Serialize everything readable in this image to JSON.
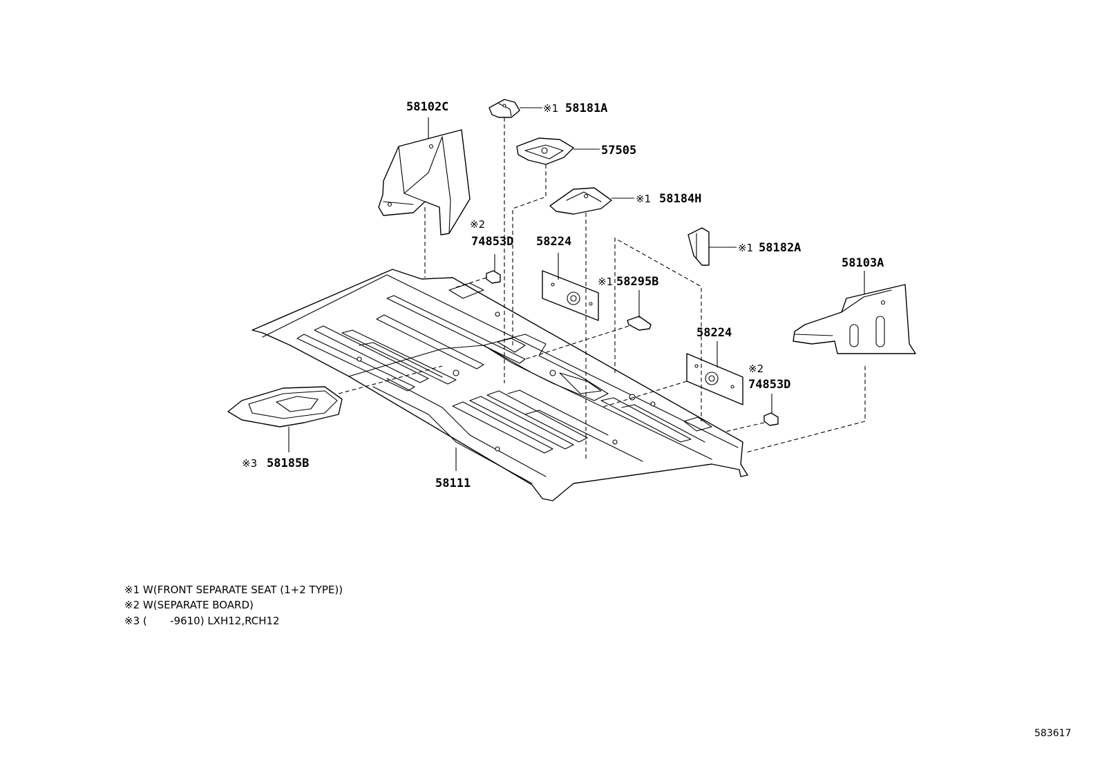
{
  "labels": {
    "p58102C": "58102C",
    "p58181A": "58181A",
    "p57505": "57505",
    "p58184H": "58184H",
    "p74853D_a": "74853D",
    "p58224_a": "58224",
    "p58295B": "58295B",
    "p58182A": "58182A",
    "p58103A": "58103A",
    "p58224_b": "58224",
    "p74853D_b": "74853D",
    "p58185B": "58185B",
    "p58111": "58111"
  },
  "marks": {
    "m1_58181A": "※1",
    "m1_58184H": "※1",
    "m2_74853D_a": "※2",
    "m1_58295B": "※1",
    "m1_58182A": "※1",
    "m2_74853D_b": "※2",
    "m3_58185B": "※3"
  },
  "notes": [
    "※1 W(FRONT SEPARATE SEAT (1+2 TYPE))",
    "※2 W(SEPARATE BOARD)",
    "※3 (       -9610) LXH12,RCH12"
  ],
  "diagram_code": "583617"
}
